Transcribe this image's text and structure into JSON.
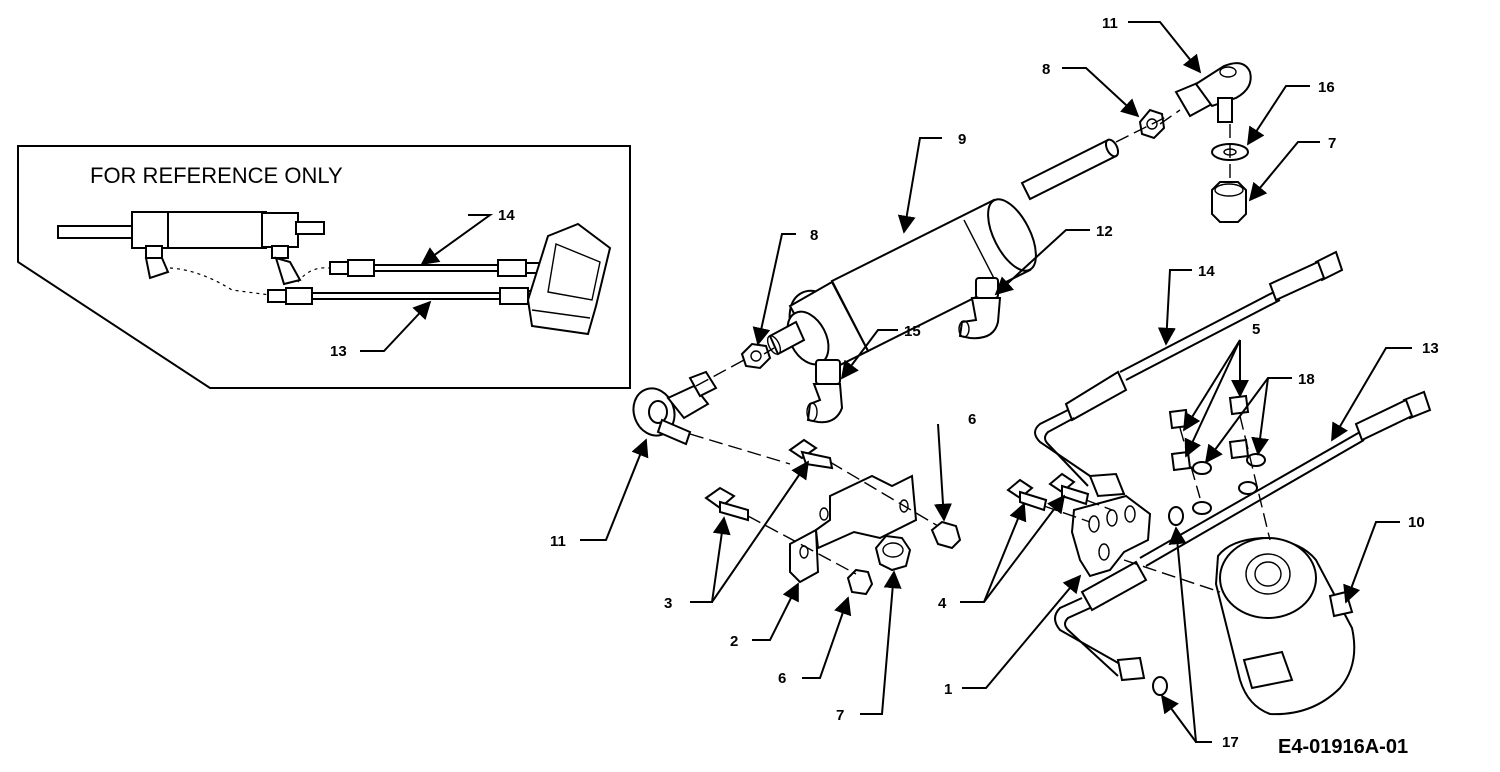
{
  "diagram": {
    "reference_box": {
      "title": "FOR REFERENCE ONLY"
    },
    "drawing_id": "E4-01916A-01",
    "callouts": {
      "c1": "1",
      "c2": "2",
      "c3": "3",
      "c4": "4",
      "c5": "5",
      "c6a": "6",
      "c6b": "6",
      "c7a": "7",
      "c7b": "7",
      "c8a": "8",
      "c8b": "8",
      "c9": "9",
      "c10": "10",
      "c11a": "11",
      "c11b": "11",
      "c12": "12",
      "c13a": "13",
      "c13b": "13",
      "c14a": "14",
      "c14b": "14",
      "c15": "15",
      "c16": "16",
      "c17": "17",
      "c18": "18"
    }
  }
}
